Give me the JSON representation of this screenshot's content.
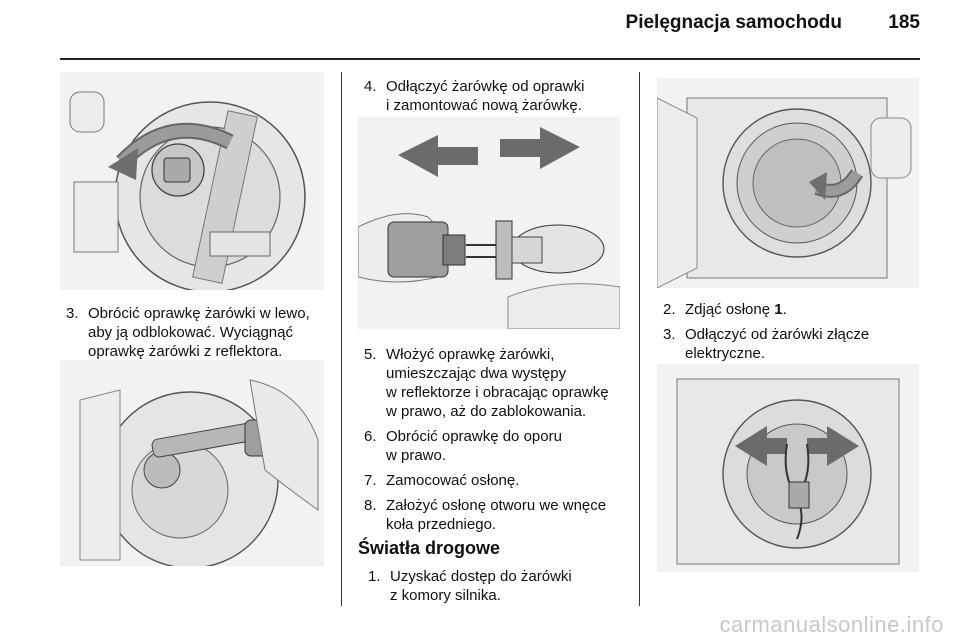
{
  "header": {
    "title": "Pielęgnacja samochodu",
    "page_number": "185"
  },
  "col1": {
    "steps": [
      {
        "num": "3.",
        "lines": [
          "Obrócić oprawkę żarówki w lewo,",
          "aby ją odblokować. Wyciągnąć",
          "oprawkę żarówki z reflektora."
        ]
      }
    ]
  },
  "col2": {
    "steps_top": [
      {
        "num": "4.",
        "lines": [
          "Odłączyć żarówkę od oprawki",
          "i zamontować nową żarówkę."
        ]
      }
    ],
    "steps_bottom": [
      {
        "num": "5.",
        "lines": [
          "Włożyć oprawkę żarówki,",
          "umieszczając dwa występy",
          "w reflektorze i obracając oprawkę",
          "w prawo, aż do zablokowania."
        ]
      },
      {
        "num": "6.",
        "lines": [
          "Obrócić oprawkę do oporu",
          "w prawo."
        ]
      },
      {
        "num": "7.",
        "lines": [
          "Zamocować osłonę."
        ]
      },
      {
        "num": "8.",
        "lines": [
          "Założyć osłonę otworu we wnęce",
          "koła przedniego."
        ]
      }
    ],
    "section_heading": "Światła drogowe",
    "section_steps": [
      {
        "num": "1.",
        "lines": [
          "Uzyskać dostęp do żarówki",
          "z komory silnika."
        ]
      }
    ]
  },
  "col3": {
    "step2": {
      "num": "2.",
      "text_before": "Zdjąć osłonę ",
      "bold": "1",
      "text_after": "."
    },
    "step3": {
      "num": "3.",
      "lines": [
        "Odłączyć od żarówki złącze",
        "elektryczne."
      ]
    }
  },
  "watermark": "carmanualsonline.info"
}
